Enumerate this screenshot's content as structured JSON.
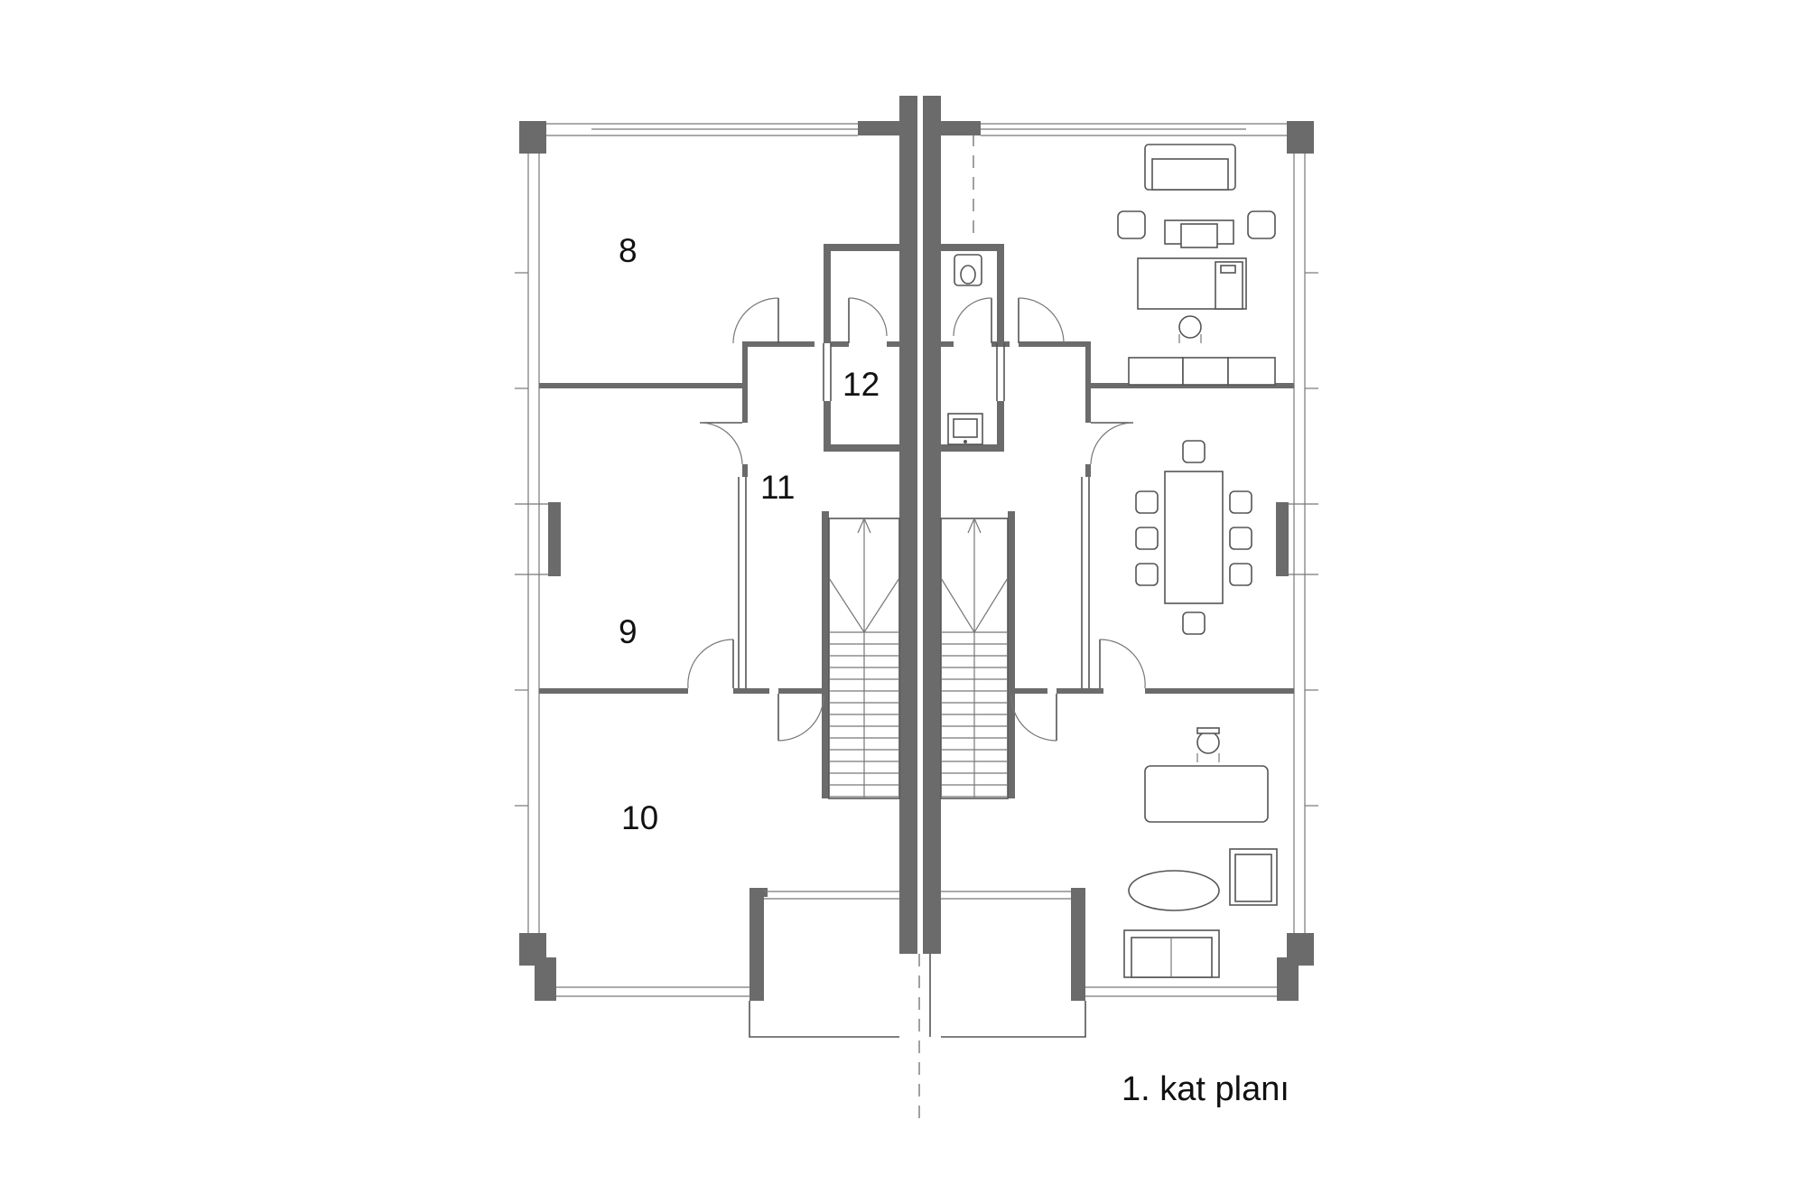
{
  "plan": {
    "title": "1. kat planı",
    "rooms": [
      {
        "id": "8",
        "label": "8"
      },
      {
        "id": "9",
        "label": "9"
      },
      {
        "id": "10",
        "label": "10"
      },
      {
        "id": "11",
        "label": "11"
      },
      {
        "id": "12",
        "label": "12"
      }
    ],
    "colors": {
      "wall": "#6b6b6b",
      "line": "#555555",
      "background": "#ffffff"
    }
  }
}
